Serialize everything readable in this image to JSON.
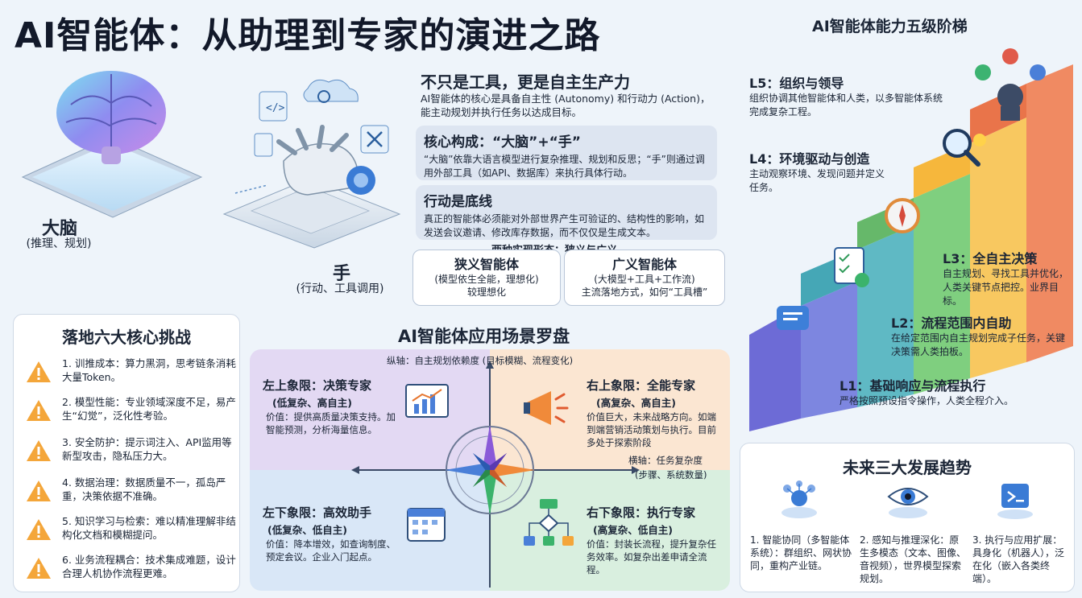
{
  "title": "AI智能体：从助理到专家的演进之路",
  "hero": {
    "brain_label": "大脑",
    "brain_sub": "(推理、规划)",
    "hand_label": "手",
    "hand_sub": "(行动、工具调用)"
  },
  "concept": {
    "title": "不只是工具，更是自主生产力",
    "text": "AI智能体的核心是具备自主性 (Autonomy) 和行动力 (Action)，能主动规划并执行任务以达成目标。",
    "core_title": "核心构成：“大脑”+“手”",
    "core_text": "“大脑”依靠大语言模型进行复杂推理、规划和反思；“手”则通过调用外部工具（如API、数据库）来执行具体行动。",
    "action_title": "行动是底线",
    "action_text": "真正的智能体必须能对外部世界产生可验证的、结构性的影响，如发送会议邀请、修改库存数据，而不仅仅是生成文本。",
    "forms_title": "两种实现形态：狭义与广义",
    "narrow_title": "狭义智能体",
    "narrow_line1": "(模型依生全能，理想化)",
    "narrow_line2": "较理想化",
    "broad_title": "广义智能体",
    "broad_line1": "(大模型+工具+工作流)",
    "broad_line2": "主流落地方式，如何“工具槽”"
  },
  "ladder": {
    "title": "AI智能体能力五级阶梯",
    "levels": [
      {
        "title": "L5：组织与领导",
        "text": "组织协调其他智能体和人类，以多智能体系统完成复杂工程。"
      },
      {
        "title": "L4：环境驱动与创造",
        "text": "主动观察环境、发现问题并定义任务。"
      },
      {
        "title": "L3：全自主决策",
        "text": "自主规划、寻找工具并优化，人类关键节点把控。业界目标。"
      },
      {
        "title": "L2：流程范围内自助",
        "text": "在给定范围内自主规划完成子任务，关键决策需人类拍板。"
      },
      {
        "title": "L1：基础响应与流程执行",
        "text": "严格按照预设指令操作，人类全程介入。"
      }
    ],
    "colors": [
      "#e9744a",
      "#f6b73c",
      "#66b86a",
      "#45a7b6",
      "#6d6bd6"
    ]
  },
  "challenges": {
    "title": "落地六大核心挑战",
    "items": [
      "1. 训推成本：算力黑洞，思考链条消耗大量Token。",
      "2. 模型性能：专业领域深度不足，易产生“幻觉”，泛化性考验。",
      "3. 安全防护：提示词注入、API监用等新型攻击，隐私压力大。",
      "4. 数据治理：数据质量不一，孤岛严重，决策依据不准确。",
      "5. 知识学习与检索：难以精准理解非结构化文档和模糊提问。",
      "6. 业务流程耦合：技术集成难题，设计合理人机协作流程更难。"
    ]
  },
  "compass": {
    "title": "AI智能体应用场景罗盘",
    "y_axis": "纵轴：自主规划依赖度 (目标模糊、流程变化)",
    "x_axis_line1": "横轴：任务复杂度",
    "x_axis_line2": "(步骤、系统数量)",
    "tl": {
      "title": "左上象限：决策专家",
      "sub": "(低复杂、高自主)",
      "text": "价值：提供高质量决策支持。加智能预测，分析海量信息。"
    },
    "tr": {
      "title": "右上象限：全能专家",
      "sub": "(高复杂、高自主)",
      "text": "价值巨大，未来战略方向。如端到端营销活动策划与执行。目前多处于探索阶段"
    },
    "bl": {
      "title": "左下象限：高效助手",
      "sub": "(低复杂、低自主)",
      "text": "价值：降本增效，如查询制度、预定会议。企业入门起点。"
    },
    "br": {
      "title": "右下象限：执行专家",
      "sub": "(高复杂、低自主)",
      "text": "价值：封装长流程，提升复杂任务效率。如复杂出差申请全流程。"
    }
  },
  "trends": {
    "title": "未来三大发展趋势",
    "items": [
      "1. 智能协同（多智能体系统）：群组织、网状协同，重构产业链。",
      "2. 感知与推理深化：原生多模态（文本、图像、音视频），世界模型探索规划。",
      "3. 执行与应用扩展：具身化（机器人），泛在化（嵌入各类终端）。"
    ]
  }
}
